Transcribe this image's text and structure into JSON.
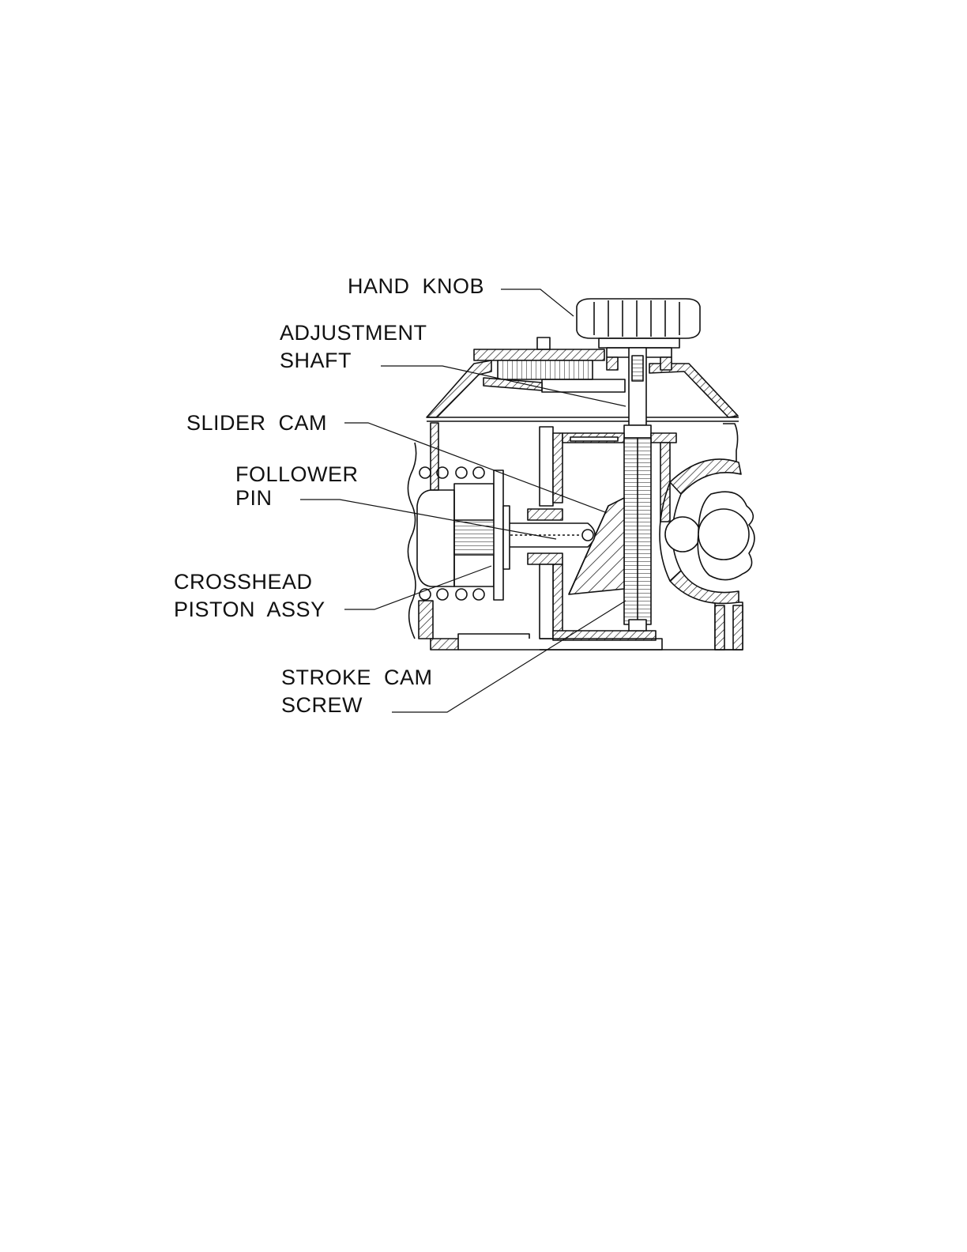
{
  "labels": {
    "hand_knob": "HAND  KNOB",
    "adjustment_shaft_1": "ADJUSTMENT",
    "adjustment_shaft_2": "SHAFT",
    "slider_cam": "SLIDER  CAM",
    "follower_pin_1": "FOLLOWER",
    "follower_pin_2": "PIN",
    "crosshead_1": "CROSSHEAD",
    "crosshead_2": "PISTON  ASSY",
    "stroke_cam_1": "STROKE  CAM",
    "stroke_cam_2": "SCREW"
  },
  "colors": {
    "line": "#111111",
    "background": "#ffffff"
  }
}
